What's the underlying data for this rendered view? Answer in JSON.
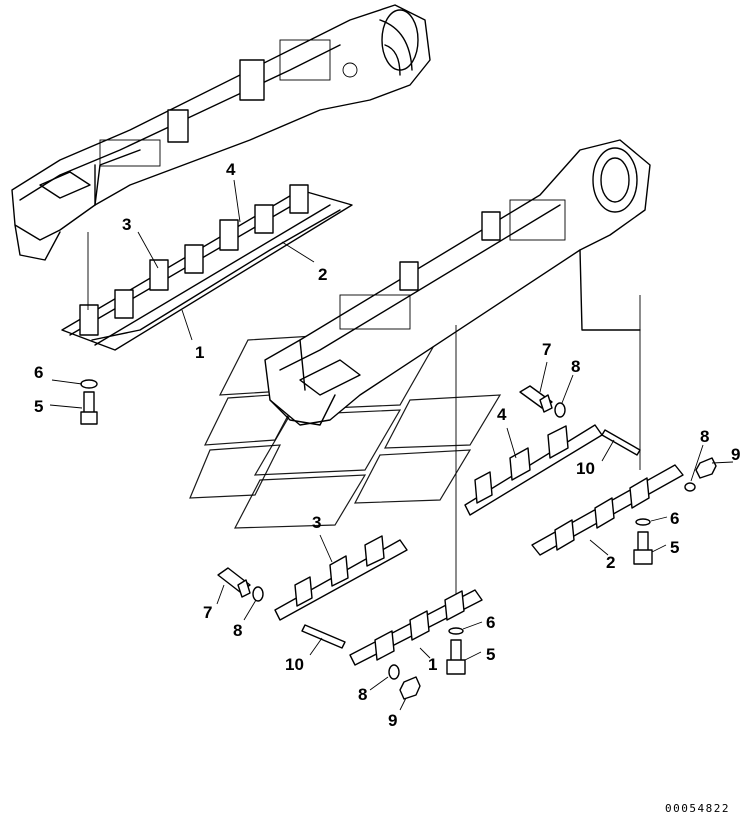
{
  "diagram_code": "00054822",
  "callouts": [
    {
      "id": "c1a",
      "label": "1"
    },
    {
      "id": "c2a",
      "label": "2"
    },
    {
      "id": "c3a",
      "label": "3"
    },
    {
      "id": "c4a",
      "label": "4"
    },
    {
      "id": "c5a",
      "label": "5"
    },
    {
      "id": "c6a",
      "label": "6"
    },
    {
      "id": "c7a",
      "label": "7"
    },
    {
      "id": "c8a",
      "label": "8"
    },
    {
      "id": "c4b",
      "label": "4"
    },
    {
      "id": "c10a",
      "label": "10"
    },
    {
      "id": "c8b",
      "label": "8"
    },
    {
      "id": "c9a",
      "label": "9"
    },
    {
      "id": "c6b",
      "label": "6"
    },
    {
      "id": "c5b",
      "label": "5"
    },
    {
      "id": "c2b",
      "label": "2"
    },
    {
      "id": "c3b",
      "label": "3"
    },
    {
      "id": "c7b",
      "label": "7"
    },
    {
      "id": "c8c",
      "label": "8"
    },
    {
      "id": "c10b",
      "label": "10"
    },
    {
      "id": "c6c",
      "label": "6"
    },
    {
      "id": "c5c",
      "label": "5"
    },
    {
      "id": "c1b",
      "label": "1"
    },
    {
      "id": "c8d",
      "label": "8"
    },
    {
      "id": "c9b",
      "label": "9"
    }
  ]
}
